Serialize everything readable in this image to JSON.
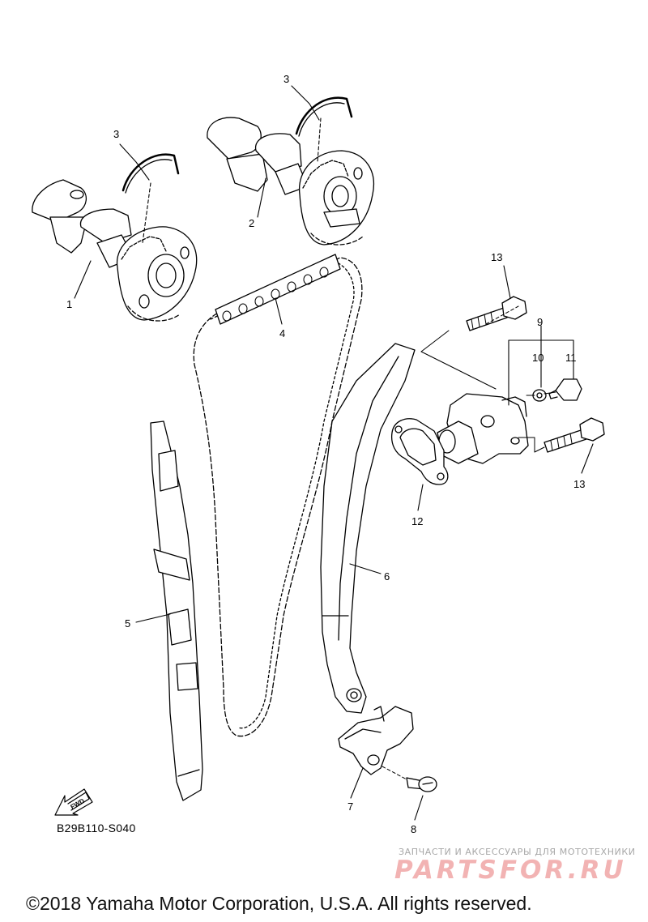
{
  "diagram_id": "B29B110-S040",
  "copyright": "©2018 Yamaha Motor Corporation, U.S.A. All rights reserved.",
  "watermark": {
    "tagline": "ЗАПЧАСТИ И АКСЕССУАРЫ ДЛЯ МОТОТЕХНИКИ",
    "site": "PARTSFOR.RU"
  },
  "fwd_label": "FWD",
  "callouts": {
    "cam_1": "1",
    "cam_2": "2",
    "clip_3a": "3",
    "clip_3b": "3",
    "chain_4": "4",
    "guide_5": "5",
    "guide_6": "6",
    "stopper_7": "7",
    "screw_8": "8",
    "tensioner_9": "9",
    "washer_10": "10",
    "bolt_11": "11",
    "gasket_12": "12",
    "bolt_13a": "13",
    "bolt_13b": "13"
  }
}
